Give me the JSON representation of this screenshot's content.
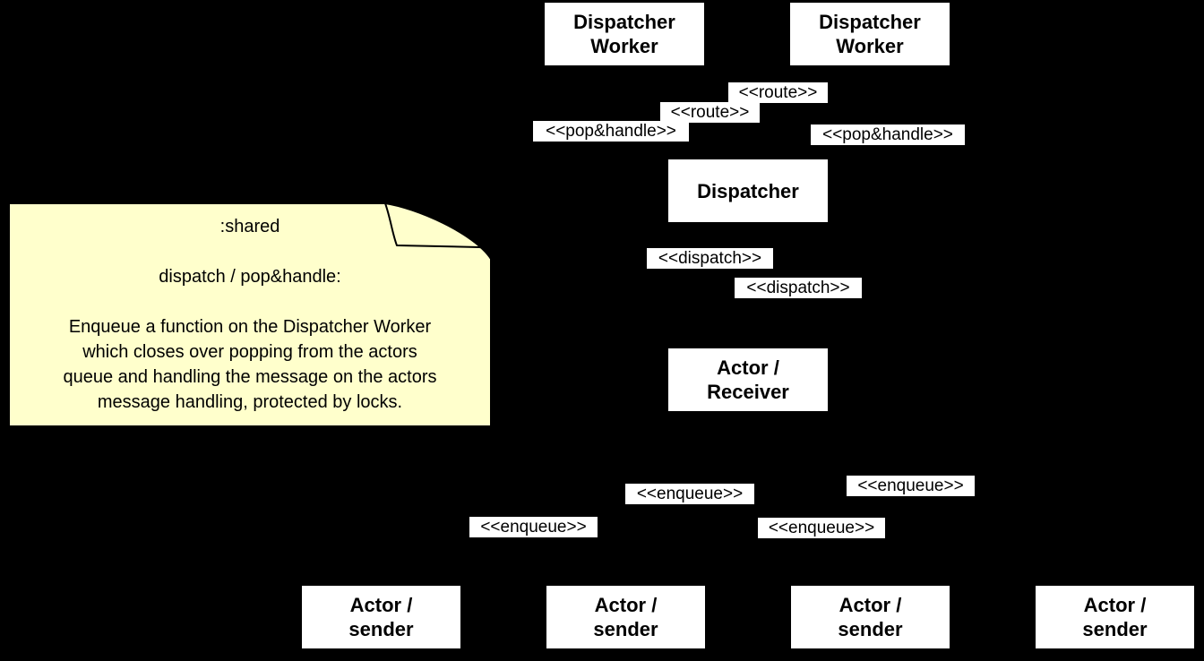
{
  "colors": {
    "background": "#000000",
    "node_fill": "#FFFFFF",
    "node_text": "#000000",
    "chip_fill": "#FFFFFF",
    "chip_text": "#000000",
    "note_fill": "#FFFFCC",
    "note_border": "#000000"
  },
  "note": {
    "title": ":shared",
    "heading": "dispatch / pop&handle:",
    "body": "Enqueue a function on the Dispatcher Worker\nwhich closes over popping from the actors\nqueue and handling the message on the actors\nmessage handling, protected by locks."
  },
  "nodes": {
    "dispatcher_worker_1": {
      "label": "Dispatcher\nWorker"
    },
    "dispatcher_worker_2": {
      "label": "Dispatcher\nWorker"
    },
    "dispatcher": {
      "label": "Dispatcher"
    },
    "actor_receiver": {
      "label": "Actor /\nReceiver"
    },
    "actor_sender_1": {
      "label": "Actor /\nsender"
    },
    "actor_sender_2": {
      "label": "Actor /\nsender"
    },
    "actor_sender_3": {
      "label": "Actor /\nsender"
    },
    "actor_sender_4": {
      "label": "Actor /\nsender"
    }
  },
  "stereotypes": {
    "route_1": {
      "text": "<<route>>"
    },
    "route_2": {
      "text": "<<route>>"
    },
    "pop_handle_left": {
      "text": "<<pop&handle>>"
    },
    "pop_handle_right": {
      "text": "<<pop&handle>>"
    },
    "dispatch_1": {
      "text": "<<dispatch>>"
    },
    "dispatch_2": {
      "text": "<<dispatch>>"
    },
    "enqueue_top_right": {
      "text": "<<enqueue>>"
    },
    "enqueue_top_mid": {
      "text": "<<enqueue>>"
    },
    "enqueue_bottom_left": {
      "text": "<<enqueue>>"
    },
    "enqueue_bottom_mid": {
      "text": "<<enqueue>>"
    }
  }
}
